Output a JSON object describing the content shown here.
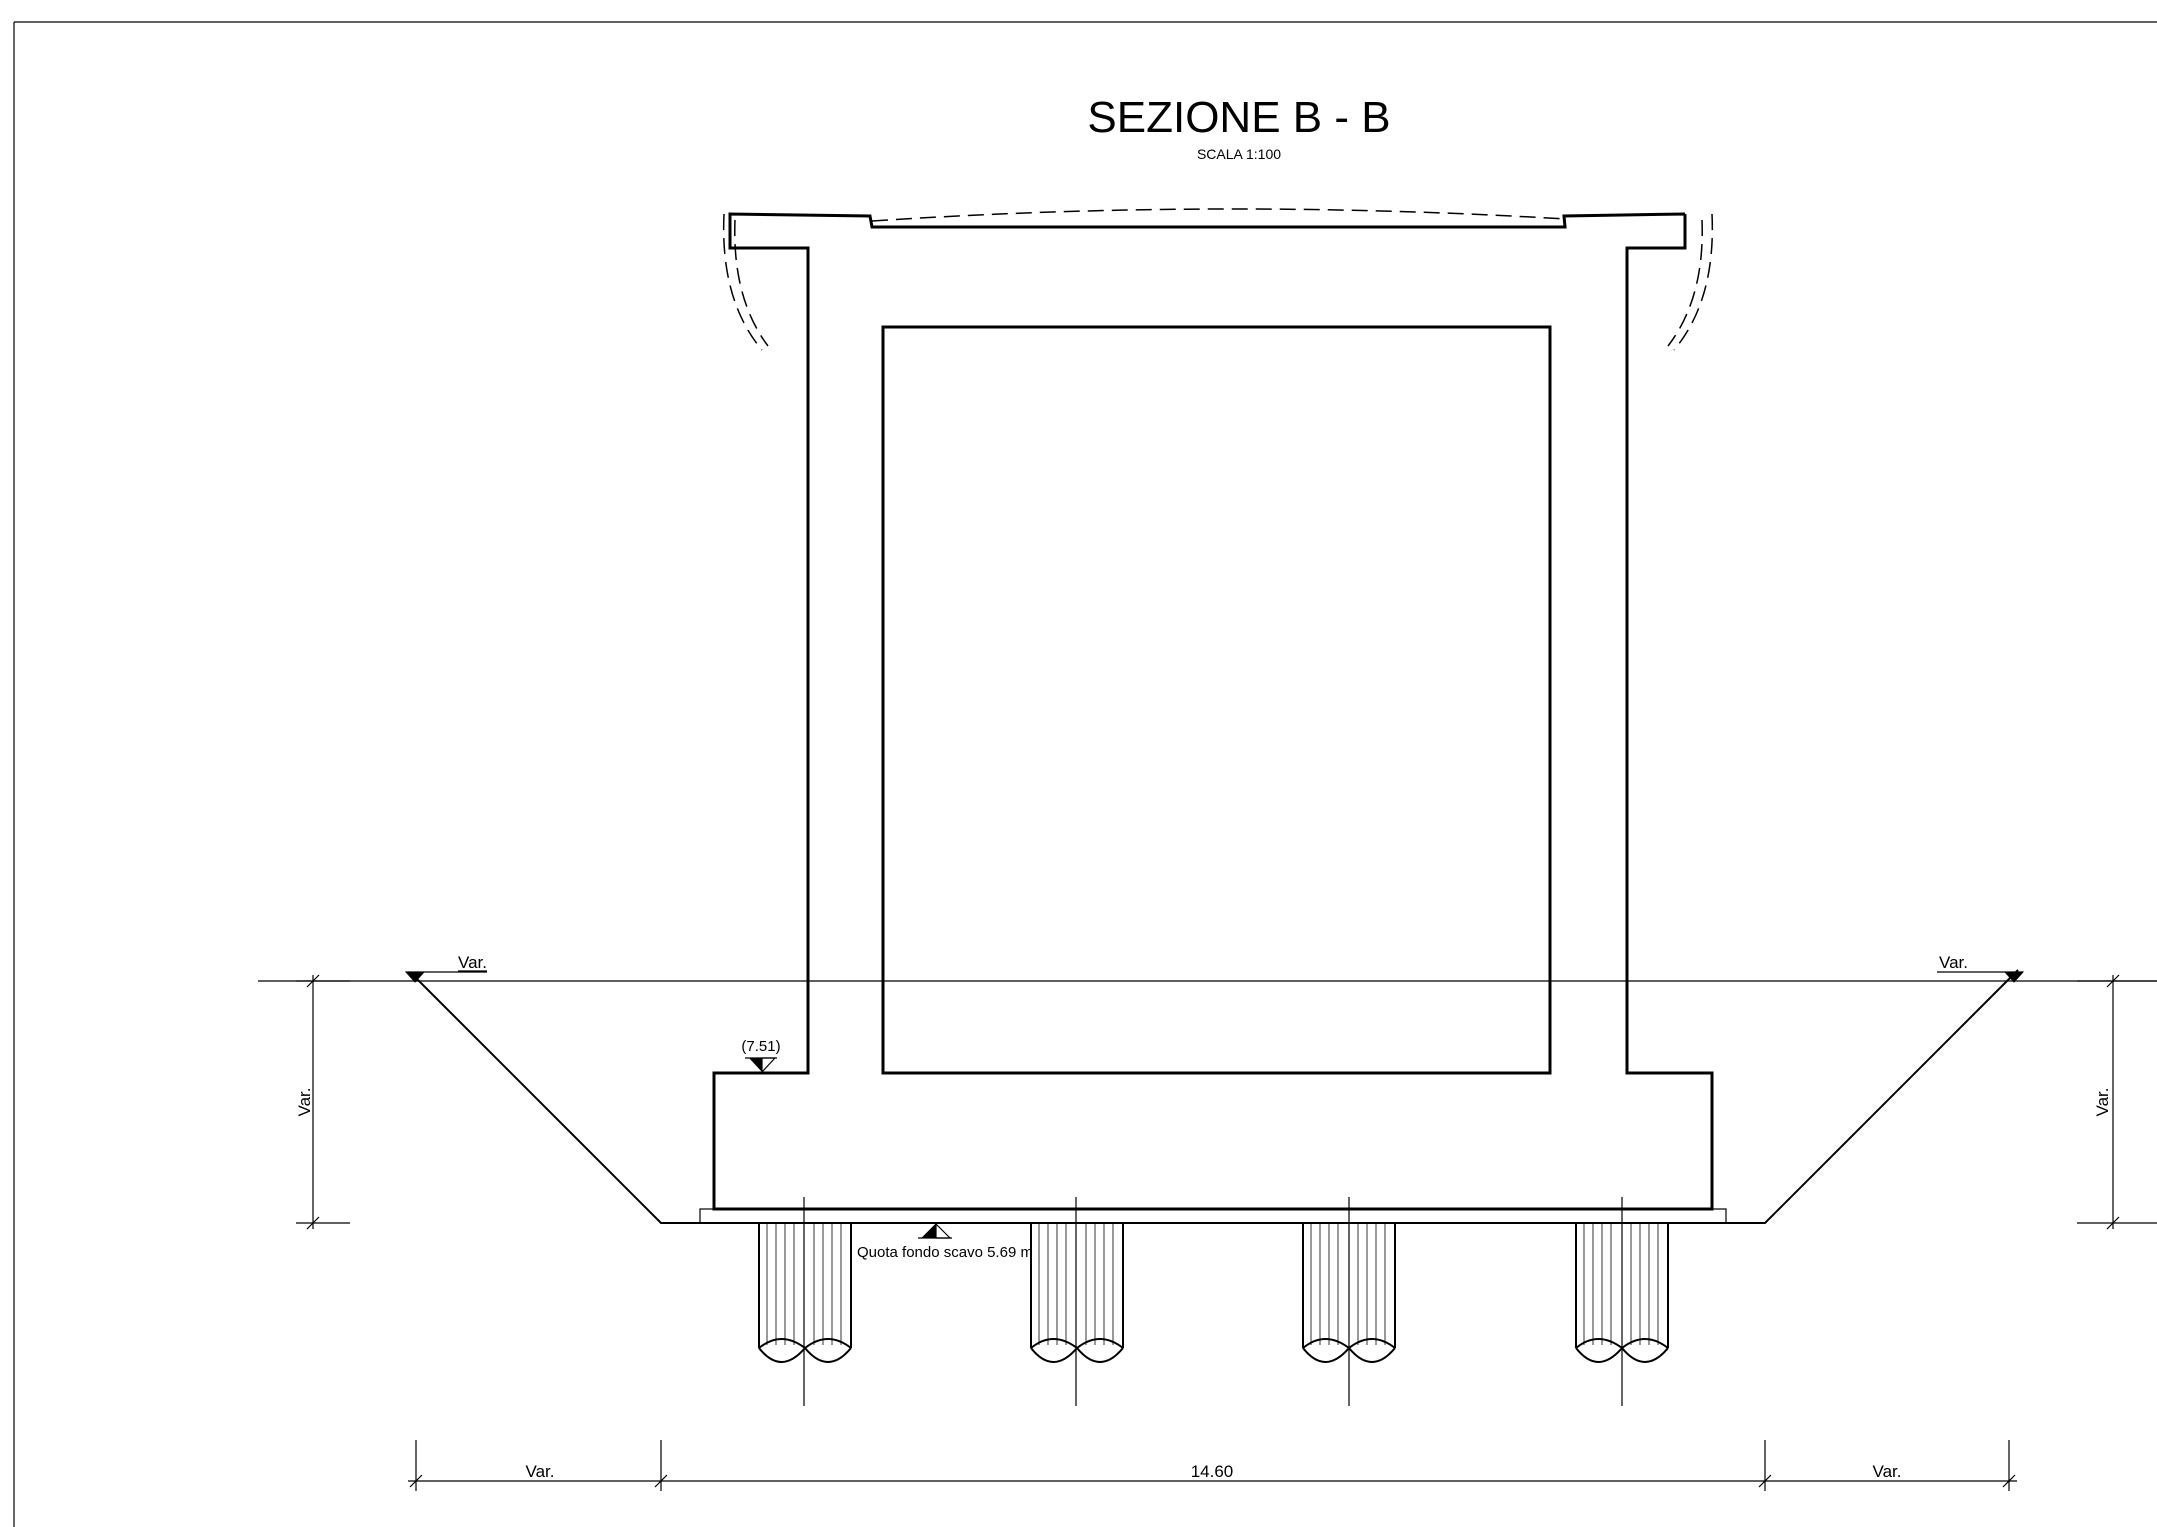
{
  "title": "SEZIONE B - B",
  "scale": "SCALA 1:100",
  "levels": {
    "top_of_slab": "(7.51)",
    "excavation_bottom": "Quota fondo scavo 5.69 m"
  },
  "ground_labels": {
    "left": "Var.",
    "right": "Var."
  },
  "vertical_dimensions": {
    "left": "Var.",
    "right": "Var."
  },
  "horizontal_dimensions": {
    "left": "Var.",
    "center": "14.60",
    "right": "Var."
  }
}
